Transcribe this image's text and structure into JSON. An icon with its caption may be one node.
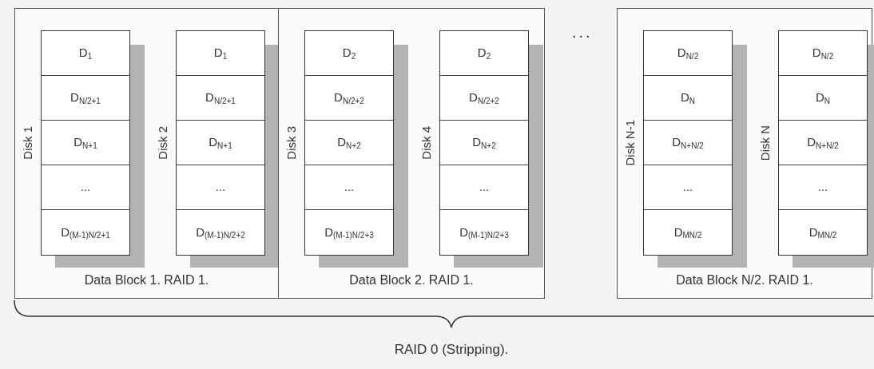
{
  "diagram": {
    "nodes": [
      {
        "text": [
          "Data Block 1. RAID 1."
        ]
      },
      {
        "text": [
          "Disk 1"
        ],
        "in": 0
      },
      {
        "text": [
          "D$_{1}$"
        ],
        "in": 1
      },
      {
        "text": [
          "D$_{N/2+1}$"
        ],
        "in": 1
      },
      {
        "text": [
          "D$_{N+1}$"
        ],
        "in": 1
      },
      {
        "text": [
          "..."
        ],
        "in": 1
      },
      {
        "text": [
          "D$_{(M-1)N/2+1}$"
        ],
        "in": 1
      },
      {
        "text": [
          "Disk 2"
        ],
        "in": 0
      },
      {
        "text": [
          "D$_{1}$"
        ],
        "in": 7
      },
      {
        "text": [
          "D$_{N/2+1}$"
        ],
        "in": 7
      },
      {
        "text": [
          "D$_{N+1}$"
        ],
        "in": 7
      },
      {
        "text": [
          "..."
        ],
        "in": 7
      },
      {
        "text": [
          "D$_{(M-1)N/2+2}$"
        ],
        "in": 7
      },
      {
        "text": [
          "Data Block 2. RAID 1."
        ]
      },
      {
        "text": [
          "Disk 3"
        ],
        "in": 13
      },
      {
        "text": [
          "D$_{2}$"
        ],
        "in": 14
      },
      {
        "text": [
          "D$_{N/2+2}$"
        ],
        "in": 14
      },
      {
        "text": [
          "D$_{N+2}$"
        ],
        "in": 14
      },
      {
        "text": [
          "..."
        ],
        "in": 14
      },
      {
        "text": [
          "D$_{(M-1)N/2+3}$"
        ],
        "in": 14
      },
      {
        "text": [
          "Disk 4"
        ],
        "in": 13
      },
      {
        "text": [
          "D$_{2}$"
        ],
        "in": 20
      },
      {
        "text": [
          "D$_{N/2+2}$"
        ],
        "in": 20
      },
      {
        "text": [
          "D$_{N+2}$"
        ],
        "in": 20
      },
      {
        "text": [
          "..."
        ],
        "in": 20
      },
      {
        "text": [
          "D$_{(M-1)N/2+3}$"
        ],
        "in": 20
      },
      {
        "text": [
          "Data Block N/2. RAID 1."
        ]
      },
      {
        "text": [
          "Disk N-1"
        ],
        "in": 26
      },
      {
        "text": [
          "D$_{N/2}$"
        ],
        "in": 27
      },
      {
        "text": [
          "D$_{N}$"
        ],
        "in": 27
      },
      {
        "text": [
          "D$_{N+N/2}$"
        ],
        "in": 27
      },
      {
        "text": [
          "..."
        ],
        "in": 27
      },
      {
        "text": [
          "D$_{MN/2}$"
        ],
        "in": 27
      },
      {
        "text": [
          "Disk N"
        ],
        "in": 26
      },
      {
        "text": [
          "D$_{N/2}$"
        ],
        "in": 33
      },
      {
        "text": [
          "D$_{N}$"
        ],
        "in": 33
      },
      {
        "text": [
          "D$_{N+N/2}$"
        ],
        "in": 33
      },
      {
        "text": [
          "..."
        ],
        "in": 33
      },
      {
        "text": [
          "D$_{MN/2}$"
        ],
        "in": 33
      }
    ],
    "labels": [
      "...",
      "RAID 0 (Stripping)."
    ]
  }
}
